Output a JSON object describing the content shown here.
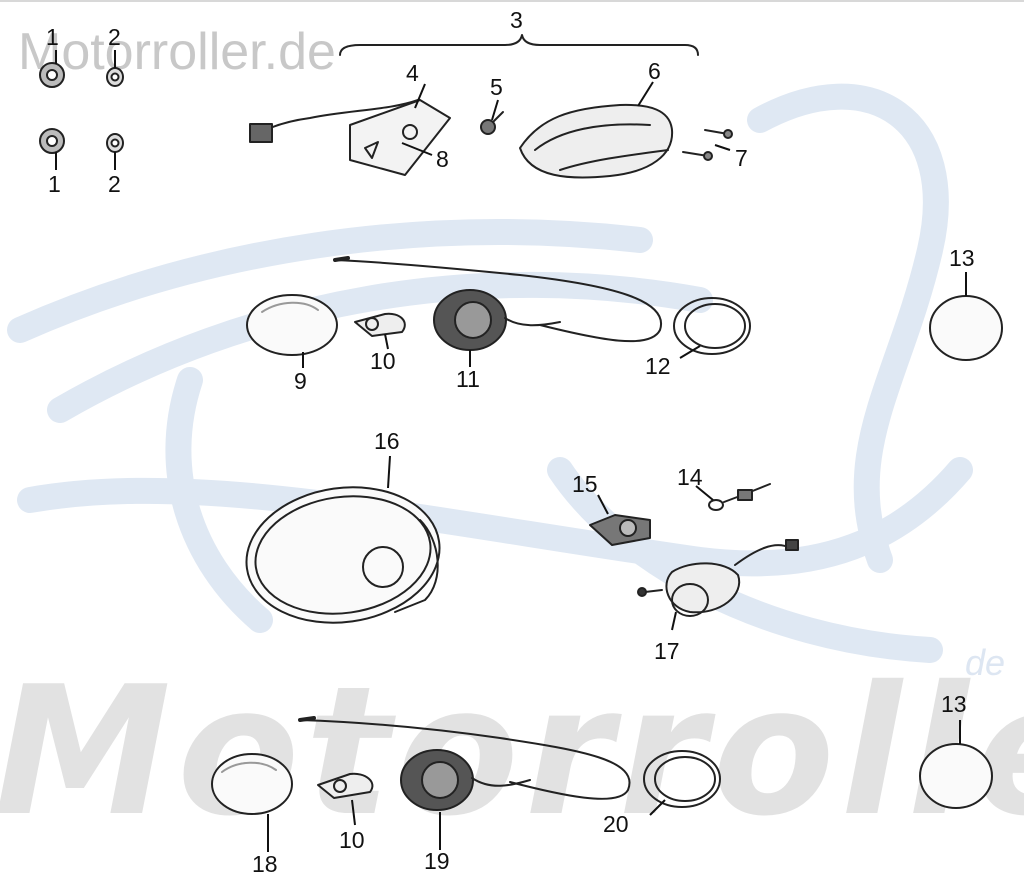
{
  "watermark": {
    "top_text": "Motorroller.de",
    "bottom_text": "Motorroller",
    "bottom_suffix": "de"
  },
  "callouts": [
    {
      "id": "c1a",
      "text": "1"
    },
    {
      "id": "c2a",
      "text": "2"
    },
    {
      "id": "c1b",
      "text": "1"
    },
    {
      "id": "c2b",
      "text": "2"
    },
    {
      "id": "c3",
      "text": "3"
    },
    {
      "id": "c4",
      "text": "4"
    },
    {
      "id": "c5",
      "text": "5"
    },
    {
      "id": "c6",
      "text": "6"
    },
    {
      "id": "c7",
      "text": "7"
    },
    {
      "id": "c8",
      "text": "8"
    },
    {
      "id": "c9",
      "text": "9"
    },
    {
      "id": "c10a",
      "text": "10"
    },
    {
      "id": "c11",
      "text": "11"
    },
    {
      "id": "c12",
      "text": "12"
    },
    {
      "id": "c13a",
      "text": "13"
    },
    {
      "id": "c16",
      "text": "16"
    },
    {
      "id": "c15",
      "text": "15"
    },
    {
      "id": "c14",
      "text": "14"
    },
    {
      "id": "c17",
      "text": "17"
    },
    {
      "id": "c13b",
      "text": "13"
    },
    {
      "id": "c20",
      "text": "20"
    },
    {
      "id": "c10b",
      "text": "10"
    },
    {
      "id": "c18",
      "text": "18"
    },
    {
      "id": "c19",
      "text": "19"
    }
  ],
  "colors": {
    "line": "#222222",
    "watermark_blue": "#dfe8f3",
    "watermark_grey": "#e2e2e2"
  }
}
